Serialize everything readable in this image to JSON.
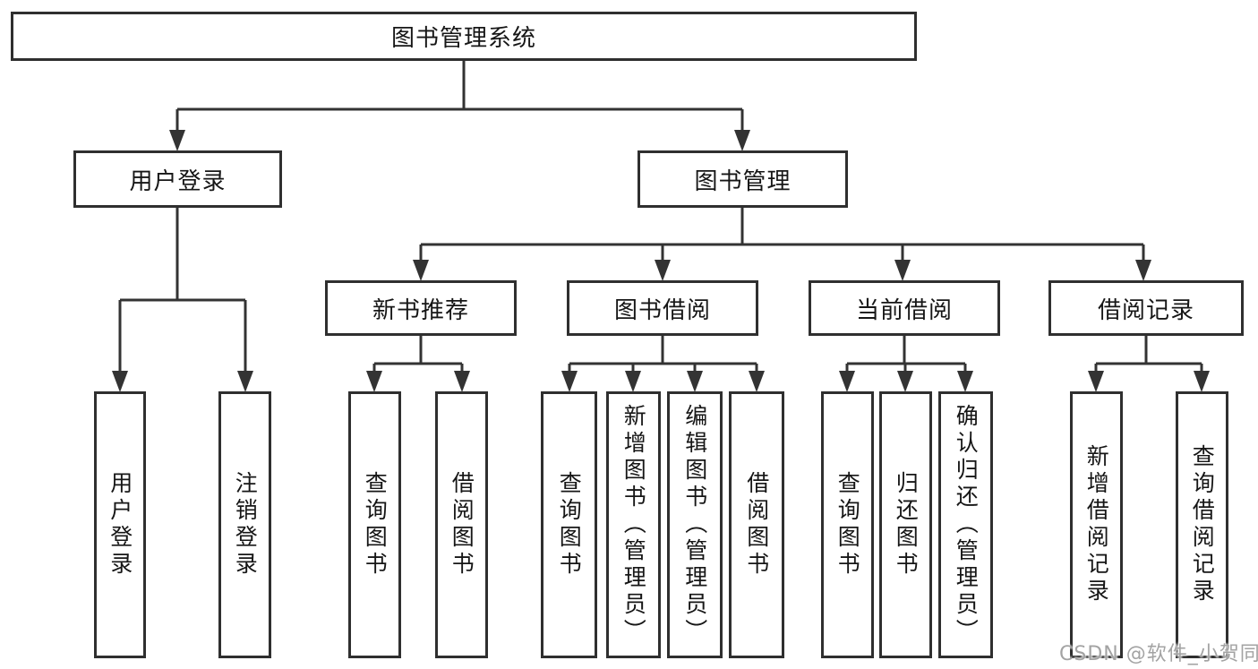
{
  "diagram": {
    "type": "hierarchy-tree",
    "colors": {
      "line": "#333333",
      "border": "#2f2f2f",
      "text": "#161616",
      "watermark": "#a3a3a3",
      "background": "#ffffff"
    },
    "watermark": "CSDN @软件_小贺同学",
    "tree": {
      "label": "图书管理系统",
      "children": [
        {
          "label": "用户登录",
          "children": [
            {
              "label": "用户登录"
            },
            {
              "label": "注销登录"
            }
          ]
        },
        {
          "label": "图书管理",
          "children": [
            {
              "label": "新书推荐",
              "children": [
                {
                  "label": "查询图书"
                },
                {
                  "label": "借阅图书"
                }
              ]
            },
            {
              "label": "图书借阅",
              "children": [
                {
                  "label": "查询图书"
                },
                {
                  "label": "新增图书（管理员）"
                },
                {
                  "label": "编辑图书（管理员）"
                },
                {
                  "label": "借阅图书"
                }
              ]
            },
            {
              "label": "当前借阅",
              "children": [
                {
                  "label": "查询图书"
                },
                {
                  "label": "归还图书"
                },
                {
                  "label": "确认归还（管理员）"
                }
              ]
            },
            {
              "label": "借阅记录",
              "children": [
                {
                  "label": "新增借阅记录"
                },
                {
                  "label": "查询借阅记录"
                }
              ]
            }
          ]
        }
      ]
    }
  }
}
